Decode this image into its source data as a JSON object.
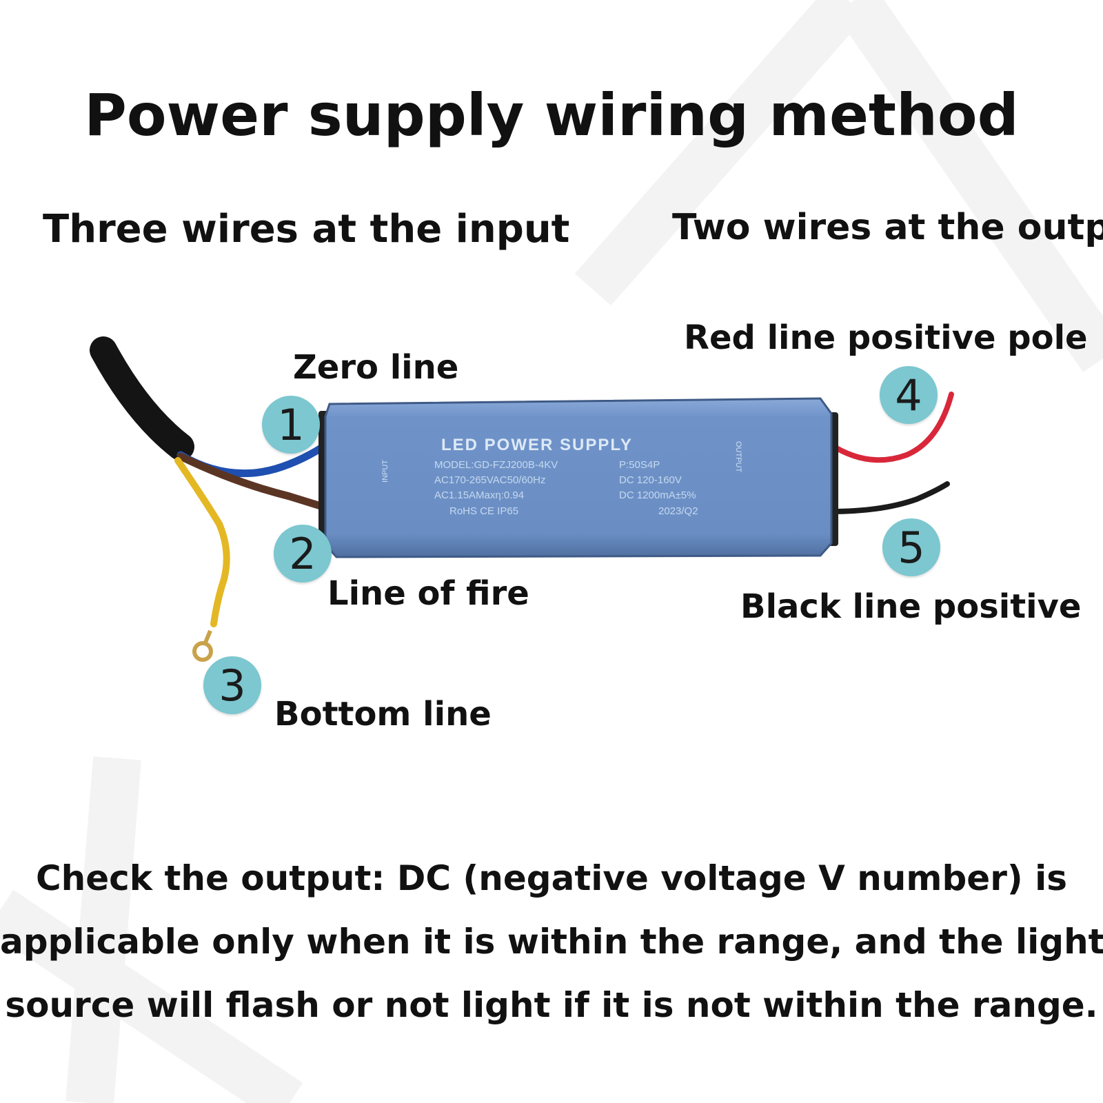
{
  "title": "Power supply wiring method",
  "input_heading": "Three wires at the input",
  "output_heading": "Two wires at the output",
  "labels": {
    "zero_line": "Zero line",
    "line_of_fire": "Line of fire",
    "bottom_line": "Bottom line",
    "red_line": "Red line positive pole",
    "black_line": "Black line positive"
  },
  "badges": [
    "1",
    "2",
    "3",
    "4",
    "5"
  ],
  "device": {
    "title": "LED POWER SUPPLY",
    "spec_left": [
      "MODEL:GD-FZJ200B-4KV",
      "AC170-265VAC50/60Hz",
      "AC1.15AMaxη:0.94",
      "RoHS   CE    IP65"
    ],
    "spec_right": [
      "P:50S4P",
      "DC 120-160V",
      "DC 1200mA±5%",
      "2023/Q2"
    ],
    "input_side": "INPUT",
    "output_side": "OUTPUT"
  },
  "note_lines": [
    "Check the output: DC (negative voltage V number) is",
    "applicable only when it is within the range, and the light",
    "source will flash or not light if it is not within the range."
  ],
  "colors": {
    "case": "#6f93c9",
    "badge": "#7cc7d0",
    "wire_blue": "#1f4fb0",
    "wire_brown": "#5b3524",
    "wire_yellow": "#e4b824",
    "wire_red": "#d9273a",
    "wire_black": "#1b1b1b"
  }
}
